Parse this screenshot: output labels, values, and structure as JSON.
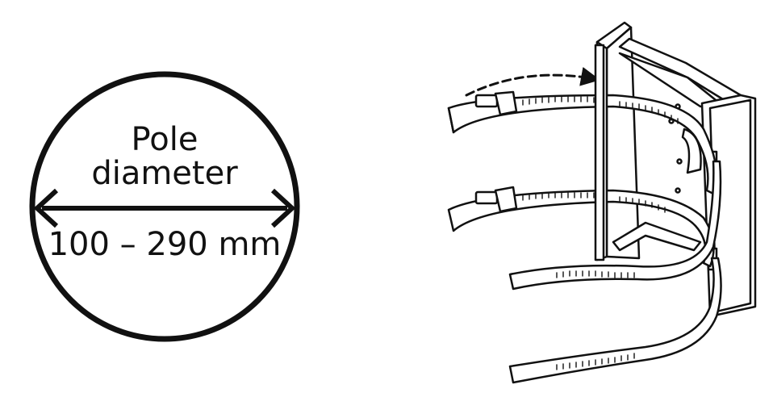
{
  "diameter_diagram": {
    "label_line1": "Pole",
    "label_line2": "diameter",
    "range": "100 – 290 mm"
  },
  "colors": {
    "ink": "#111111",
    "background": "#ffffff",
    "strap_fill": "#ffffff"
  },
  "icons": [
    "double-arrow-icon",
    "curved-dashed-arrow-icon",
    "mounting-bracket-illustration",
    "hose-clamp-strap-illustration"
  ]
}
